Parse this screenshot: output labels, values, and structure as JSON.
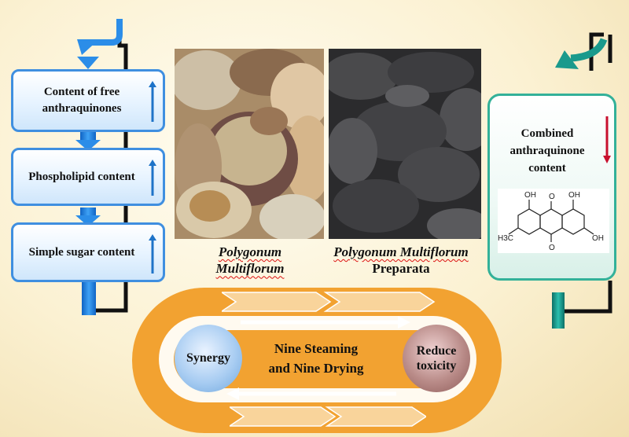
{
  "left_boxes": [
    {
      "label": "Content of free anthraquinones",
      "trend": "up"
    },
    {
      "label": "Phospholipid content",
      "trend": "up"
    },
    {
      "label": "Simple sugar content",
      "trend": "up"
    }
  ],
  "photos": {
    "raw": {
      "caption_italic": "Polygonum Multiflorum",
      "caption_line1": "Polygonum",
      "caption_line2": "Multiflorum"
    },
    "processed": {
      "caption_italic": "Polygonum Multiflorum",
      "caption_plain": "Preparata"
    }
  },
  "right_box": {
    "label": "Combined anthraquinone content",
    "trend": "down"
  },
  "chemical_structure": {
    "atom_labels": [
      "OH",
      "O",
      "OH",
      "H3C",
      "O",
      "OH"
    ]
  },
  "cycle": {
    "left_circle": "Synergy",
    "center_line1": "Nine Steaming",
    "center_line2": "and Nine Drying",
    "right_circle": "Reduce toxicity"
  },
  "colors": {
    "blue_arrow": "#2b8de8",
    "teal_arrow": "#1a9a8c",
    "orange_track": "#f2a231",
    "light_orange": "#f9d49b",
    "down_arrow": "#c8102e"
  }
}
